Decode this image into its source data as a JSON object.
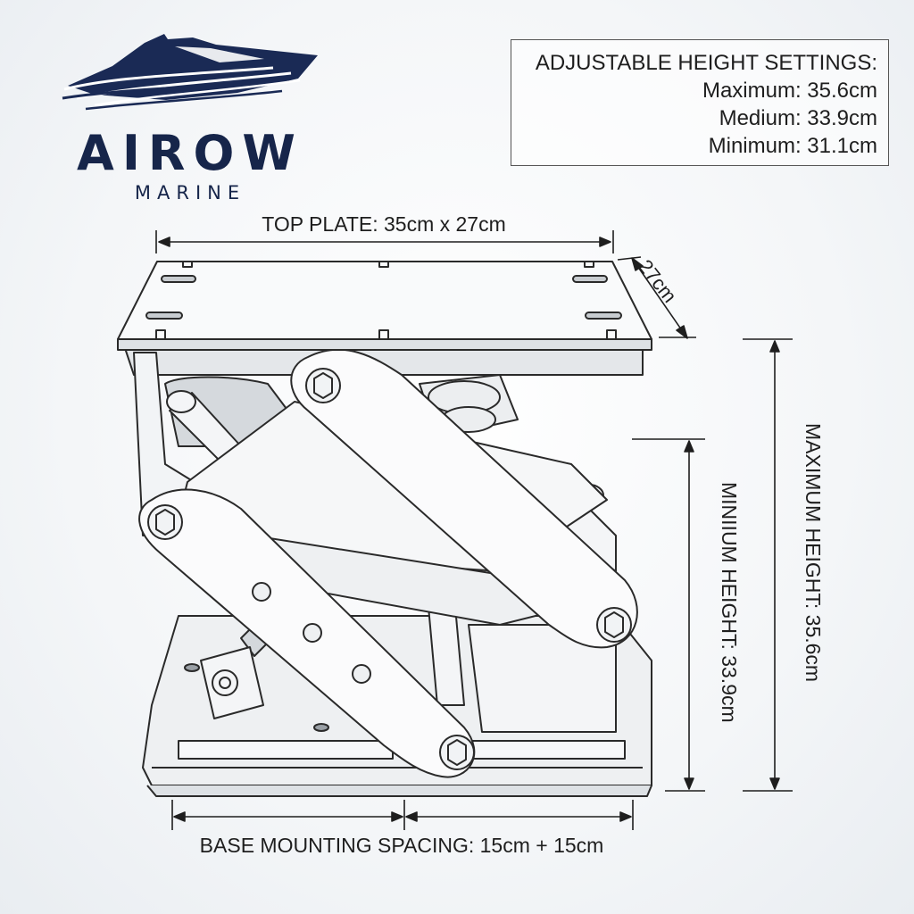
{
  "brand": {
    "name": "AIROW",
    "sub": "MARINE",
    "logo_icon": "boat-waves-icon",
    "brand_color": "#16254a"
  },
  "settings": {
    "title": "ADJUSTABLE HEIGHT SETTINGS:",
    "maximum": "Maximum: 35.6cm",
    "medium": "Medium: 33.9cm",
    "minimum": "Minimum: 31.1cm"
  },
  "dimensions": {
    "top_plate": "TOP PLATE: 35cm x 27cm",
    "depth": "27cm",
    "maximum_height": "MAXIMUM HEIGHT: 35.6cm",
    "minimum_height": "MINIIUM HEIGHT: 33.9cm",
    "base_spacing": "BASE MOUNTING SPACING: 15cm + 15cm"
  },
  "colors": {
    "line": "#2a2a2a",
    "metal_light": "#f7f8f9",
    "metal_shade": "#d9dde1"
  }
}
